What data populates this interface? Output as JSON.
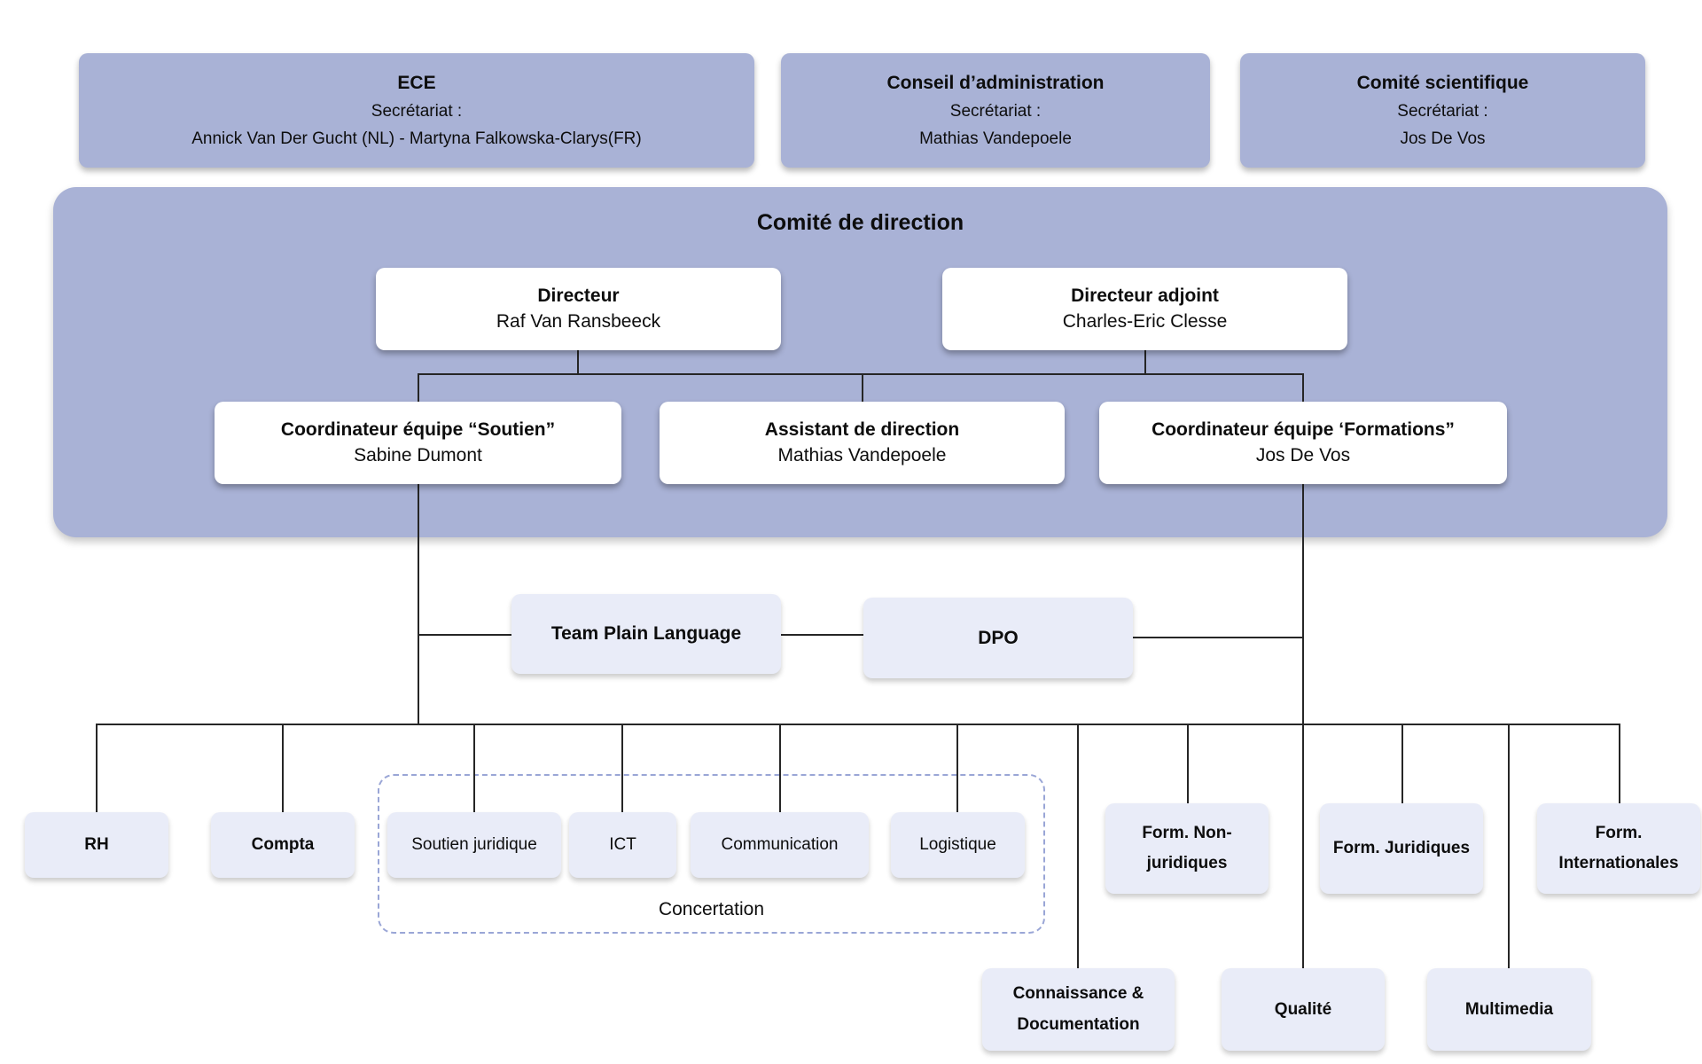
{
  "colors": {
    "background": "#ffffff",
    "text": "#0d0d0d",
    "periwinkle": "#a9b2d6",
    "light_box": "#e9ecf8",
    "line": "#262626",
    "dashed_border": "#9aa6d6"
  },
  "top_boxes": {
    "ece": {
      "title": "ECE",
      "secretariat_label": "Secrétariat :",
      "secretariat_names": "Annick Van Der Gucht (NL) - Martyna Falkowska-Clarys(FR)"
    },
    "conseil_administration": {
      "title": "Conseil d’administration",
      "secretariat_label": "Secrétariat :",
      "secretariat_names": "Mathias Vandepoele"
    },
    "comite_scientifique": {
      "title": "Comité scientifique",
      "secretariat_label": "Secrétariat :",
      "secretariat_names": "Jos De Vos"
    }
  },
  "direction_committee": {
    "title": "Comité de direction",
    "directeur": {
      "role": "Directeur",
      "name": "Raf Van Ransbeeck"
    },
    "directeur_adjoint": {
      "role": "Directeur adjoint",
      "name": "Charles-Eric Clesse"
    },
    "coordinateur_soutien": {
      "role": "Coordinateur équipe “Soutien”",
      "name": "Sabine Dumont"
    },
    "assistant_direction": {
      "role": "Assistant de direction",
      "name": "Mathias Vandepoele"
    },
    "coordinateur_formations": {
      "role": "Coordinateur équipe ‘Formations”",
      "name": "Jos De Vos"
    }
  },
  "transversal": {
    "team_plain_language": "Team Plain Language",
    "dpo": "DPO"
  },
  "departments": {
    "rh": "RH",
    "compta": "Compta",
    "soutien_juridique": "Soutien juridique",
    "ict": "ICT",
    "communication": "Communication",
    "logistique": "Logistique",
    "form_non_juridiques": "Form. Non-juridiques",
    "form_juridiques": "Form. Juridiques",
    "form_internationales": "Form. Internationales",
    "connaissance_documentation": "Connaissance & Documentation",
    "qualite": "Qualité",
    "multimedia": "Multimedia"
  },
  "concertation": {
    "label": "Concertation"
  }
}
